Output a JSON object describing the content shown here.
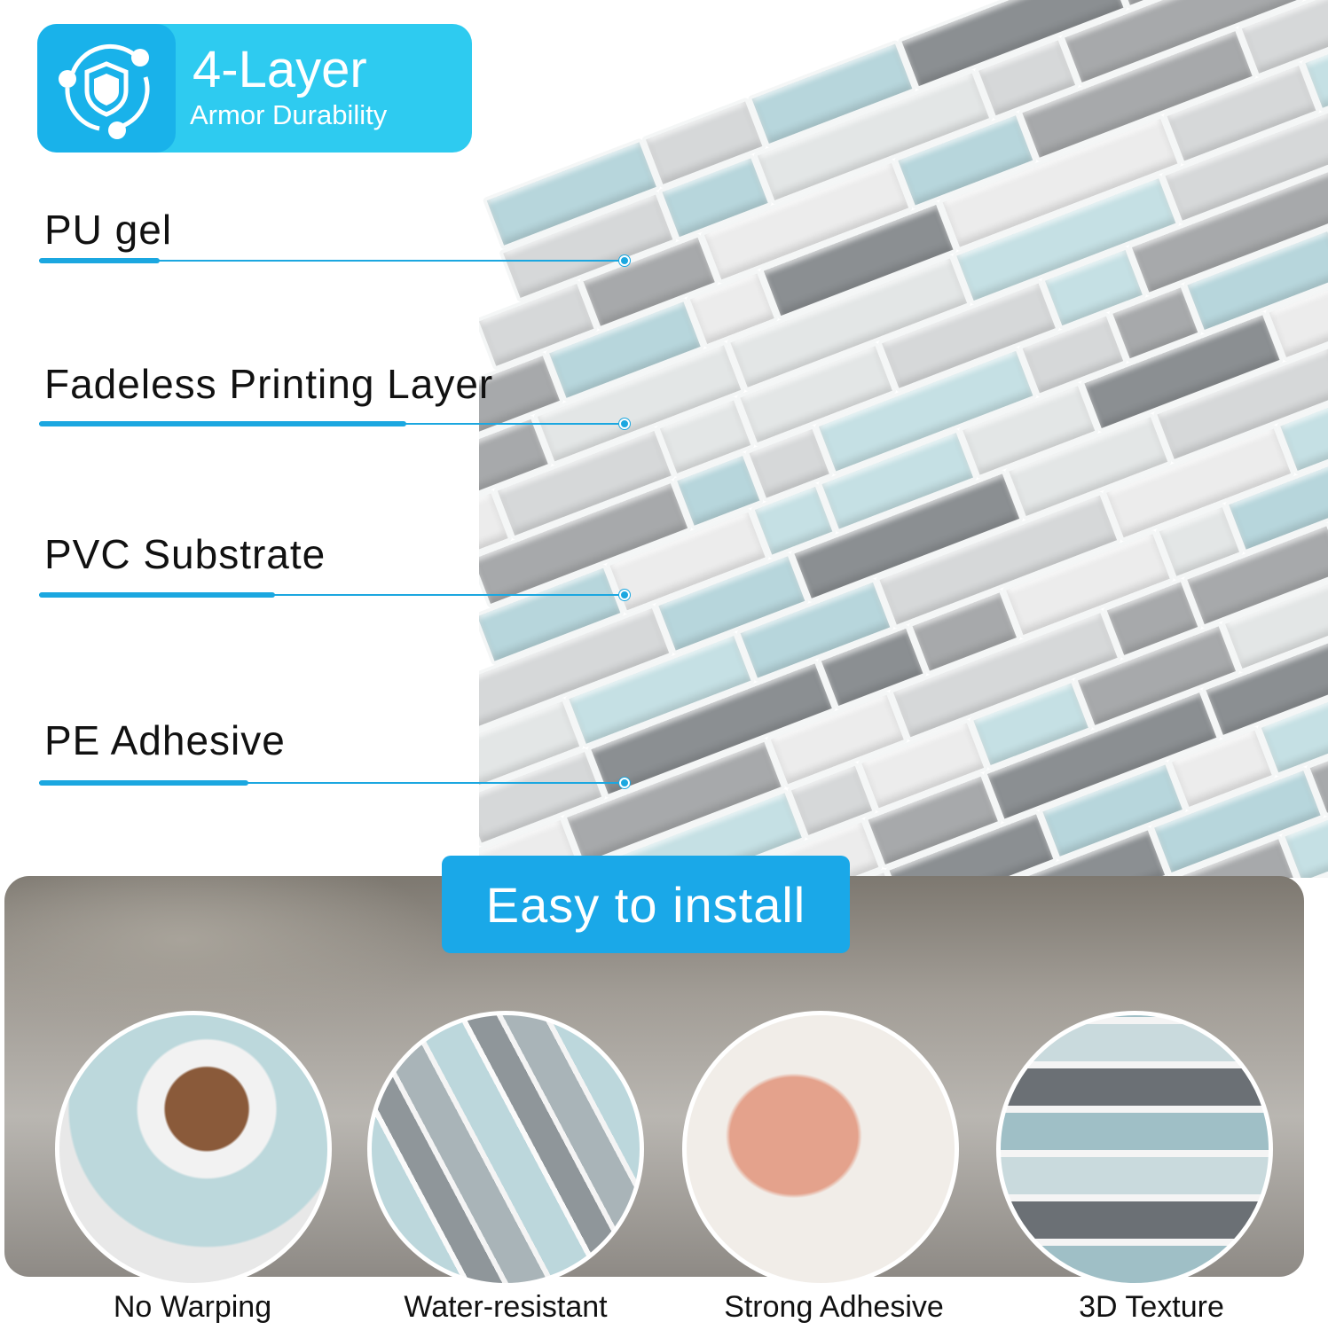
{
  "badge": {
    "icon": "shield-orbit-icon",
    "title": "4-Layer",
    "subtitle": "Armor Durability"
  },
  "layers": [
    {
      "label": "PU gel"
    },
    {
      "label": "Fadeless Printing Layer"
    },
    {
      "label": "PVC Substrate"
    },
    {
      "label": "PE Adhesive"
    }
  ],
  "install": {
    "label": "Easy to install"
  },
  "features": [
    {
      "label": "No Warping"
    },
    {
      "label": "Water-resistant"
    },
    {
      "label": "Strong Adhesive"
    },
    {
      "label": "3D Texture"
    }
  ],
  "colors": {
    "accent": "#1ba7e0",
    "badge": "#2ecbf0",
    "tile_blue": "#b7d6dc",
    "tile_grey": "#a7a9ab",
    "tile_white": "#ececec"
  }
}
